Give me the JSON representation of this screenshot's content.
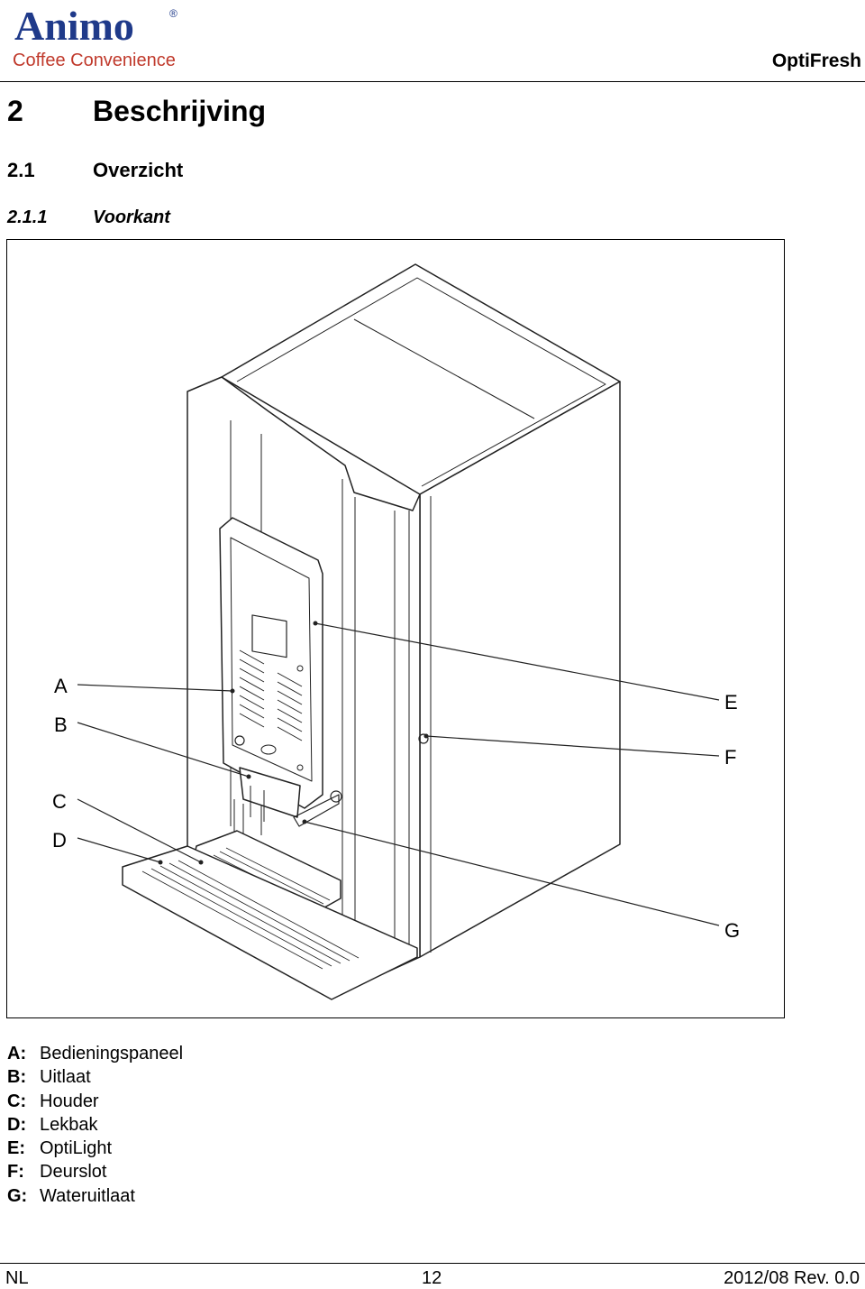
{
  "header": {
    "logo_name": "Animo",
    "logo_tagline": "Coffee Convenience",
    "logo_registered": "®",
    "product": "OptiFresh"
  },
  "section": {
    "h1_number": "2",
    "h1_title": "Beschrijving",
    "h2_number": "2.1",
    "h2_title": "Overzicht",
    "h3_number": "2.1.1",
    "h3_title": "Voorkant"
  },
  "figure": {
    "callouts": {
      "a": "A",
      "b": "B",
      "c": "C",
      "d": "D",
      "e": "E",
      "f": "F",
      "g": "G"
    }
  },
  "legend": [
    {
      "key": "A:",
      "label": "Bedieningspaneel"
    },
    {
      "key": "B:",
      "label": "Uitlaat"
    },
    {
      "key": "C:",
      "label": "Houder"
    },
    {
      "key": "D:",
      "label": "Lekbak"
    },
    {
      "key": "E:",
      "label": "OptiLight"
    },
    {
      "key": "F:",
      "label": "Deurslot"
    },
    {
      "key": "G:",
      "label": "Wateruitlaat"
    }
  ],
  "footer": {
    "language": "NL",
    "page_number": "12",
    "revision": "2012/08 Rev. 0.0"
  },
  "colors": {
    "brand_blue": "#1f3a8a",
    "brand_red": "#c0392b"
  }
}
